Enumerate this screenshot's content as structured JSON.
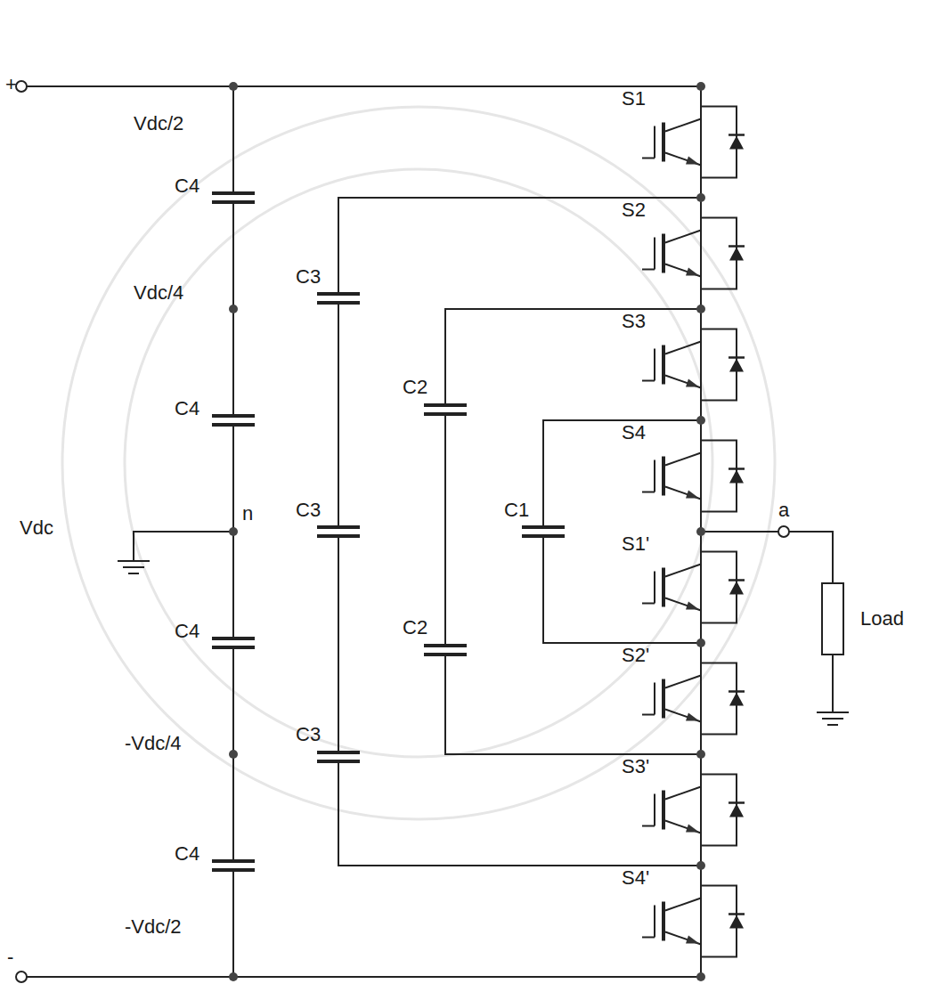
{
  "diagram": {
    "labels": [
      "+",
      "Vdc/2",
      "C4",
      "Vdc/4",
      "C4",
      "Vdc",
      "n",
      "C4",
      "-Vdc/4",
      "C4",
      "-Vdc/2",
      "-",
      "C3",
      "C3",
      "C3",
      "C2",
      "C2",
      "C1",
      "S1",
      "S2",
      "S3",
      "S4",
      "S1'",
      "S2'",
      "S3'",
      "S4'",
      "a",
      "Load"
    ]
  }
}
